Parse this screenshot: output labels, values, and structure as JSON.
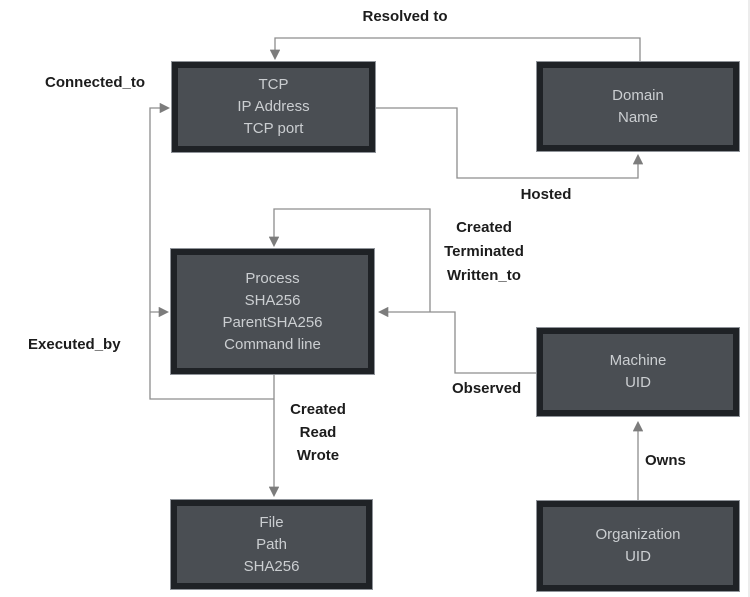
{
  "colors": {
    "background": "#ffffff",
    "node_fill": "#4a4e53",
    "node_frame": "#1f2226",
    "node_outline": "#8f9399",
    "node_text": "#cbced1",
    "line": "#8d8d8d",
    "arrow": "#7c7c7c",
    "label_text": "#1c1c1c",
    "right_edge": "#ececec"
  },
  "nodes": {
    "tcp": {
      "lines": [
        "TCP",
        "IP Address",
        "TCP port"
      ]
    },
    "domain": {
      "lines": [
        "Domain",
        "Name"
      ]
    },
    "process": {
      "lines": [
        "Process",
        "SHA256",
        "ParentSHA256",
        "Command line"
      ]
    },
    "machine": {
      "lines": [
        "Machine",
        "UID"
      ]
    },
    "file": {
      "lines": [
        "File",
        "Path",
        "SHA256"
      ]
    },
    "organization": {
      "lines": [
        "Organization",
        "UID"
      ]
    }
  },
  "edges": {
    "resolved_to": {
      "label": "Resolved to"
    },
    "connected_to": {
      "label": "Connected_to"
    },
    "hosted": {
      "label": "Hosted"
    },
    "process_events": {
      "lines": [
        "Created",
        "Terminated",
        "Written_to"
      ]
    },
    "executed_by": {
      "label": "Executed_by"
    },
    "observed": {
      "label": "Observed"
    },
    "file_ops": {
      "lines": [
        "Created",
        "Read",
        "Wrote"
      ]
    },
    "owns": {
      "label": "Owns"
    }
  }
}
